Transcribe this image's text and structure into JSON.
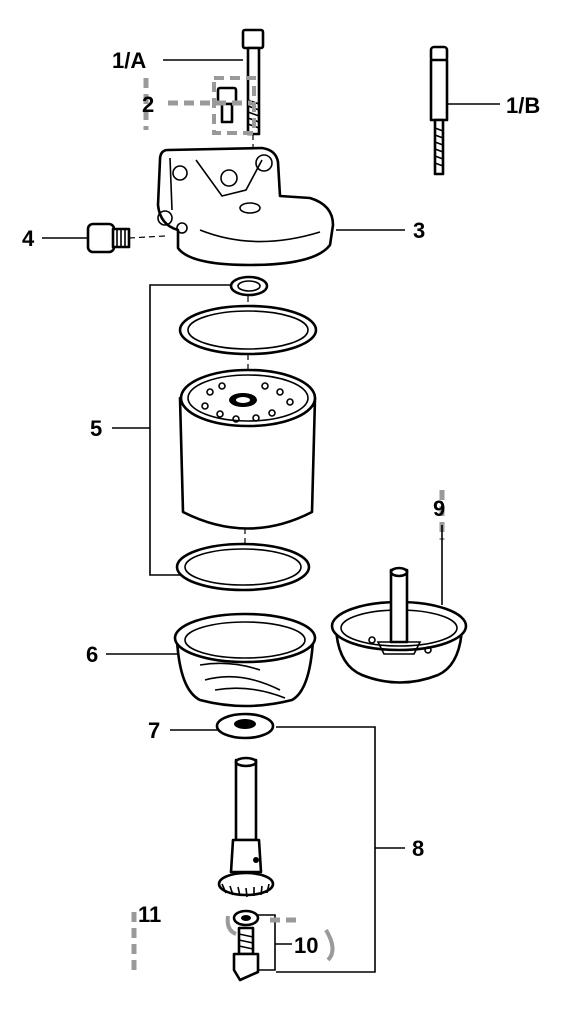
{
  "labels": {
    "l1a": "1/A",
    "l1b": "1/B",
    "l2": "2",
    "l3": "3",
    "l4": "4",
    "l5": "5",
    "l6": "6",
    "l7": "7",
    "l8": "8",
    "l9": "9",
    "l10": "10",
    "l11": "11"
  }
}
